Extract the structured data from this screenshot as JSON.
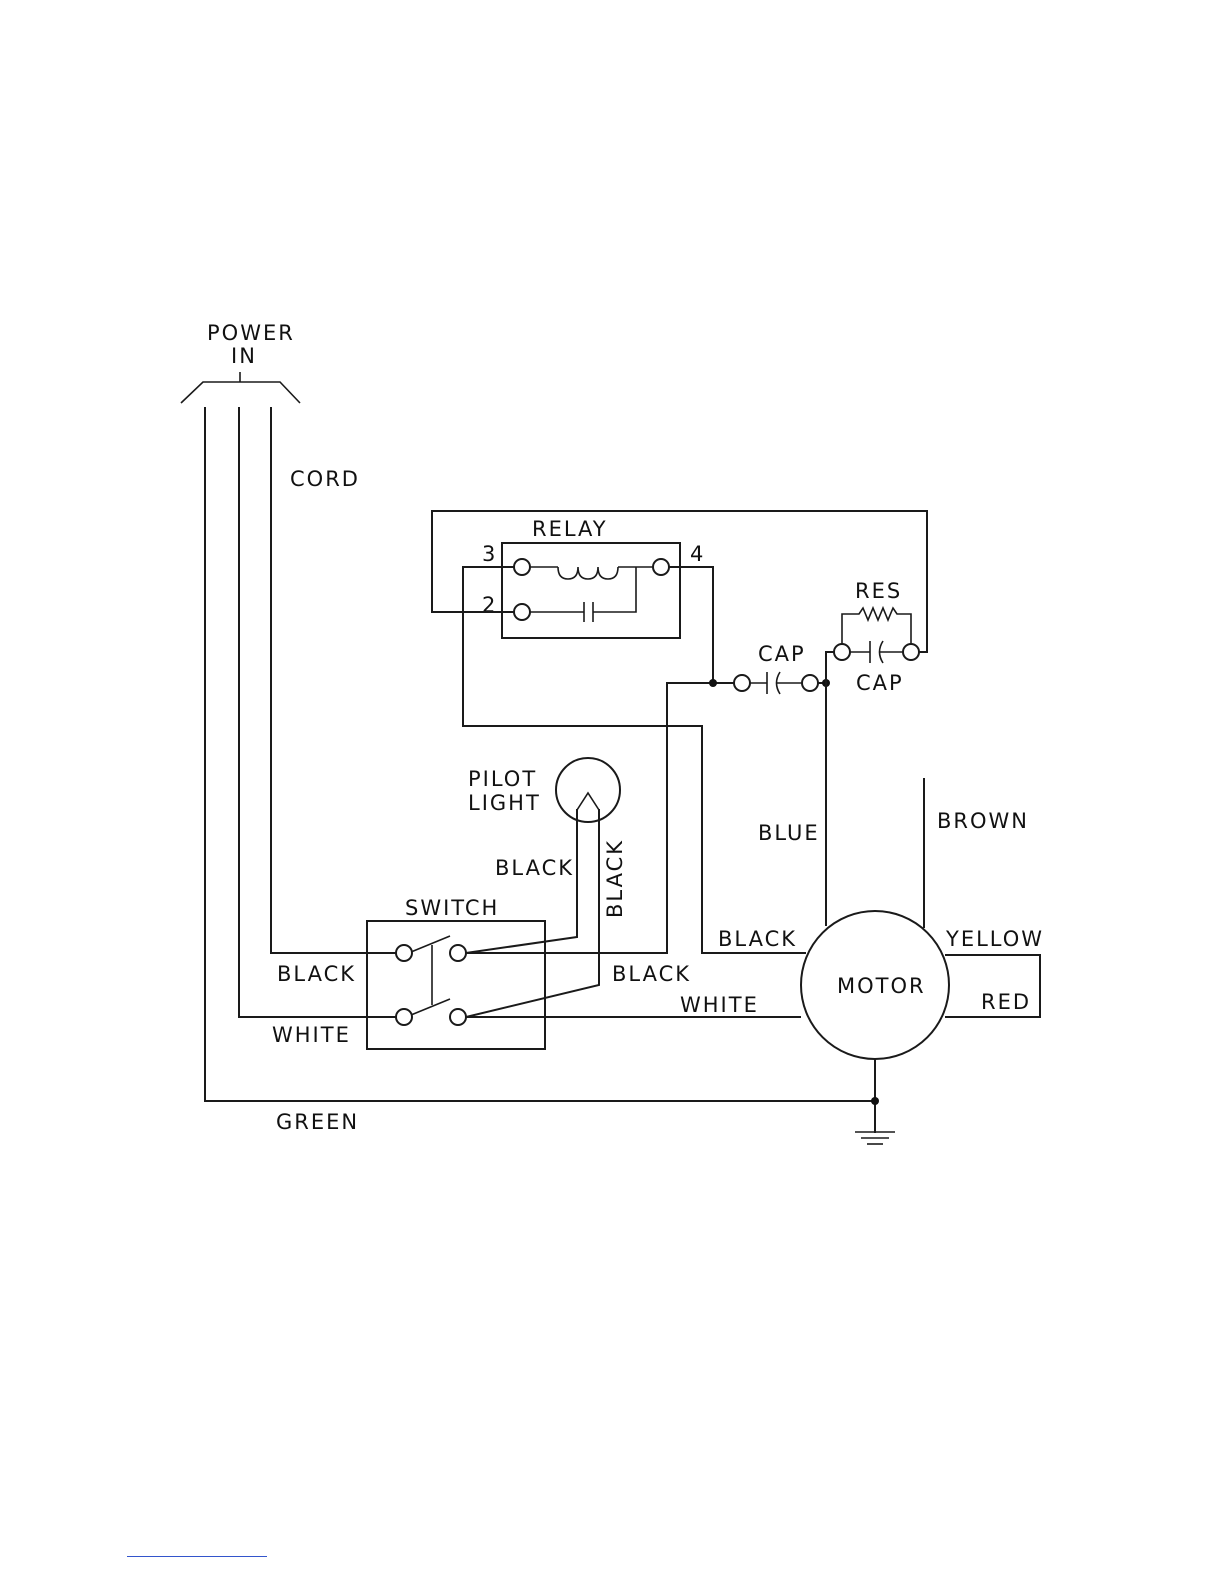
{
  "labels": {
    "power_in_line1": "POWER",
    "power_in_line2": "IN",
    "cord": "CORD",
    "relay": "RELAY",
    "relay_terminal_3": "3",
    "relay_terminal_4": "4",
    "relay_terminal_2": "2",
    "res": "RES",
    "cap_upper": "CAP",
    "cap_lower": "CAP",
    "pilot_line1": "PILOT",
    "pilot_line2": "LIGHT",
    "black_pilot": "BLACK",
    "black_vertical": "BLACK",
    "blue": "BLUE",
    "brown": "BROWN",
    "switch": "SWITCH",
    "black_motor": "BLACK",
    "yellow": "YELLOW",
    "black_left": "BLACK",
    "black_middle": "BLACK",
    "motor": "MOTOR",
    "white_middle": "WHITE",
    "red": "RED",
    "white_left": "WHITE",
    "green": "GREEN"
  },
  "colors": {
    "ink": "#1a1a1a",
    "background": "#ffffff"
  }
}
